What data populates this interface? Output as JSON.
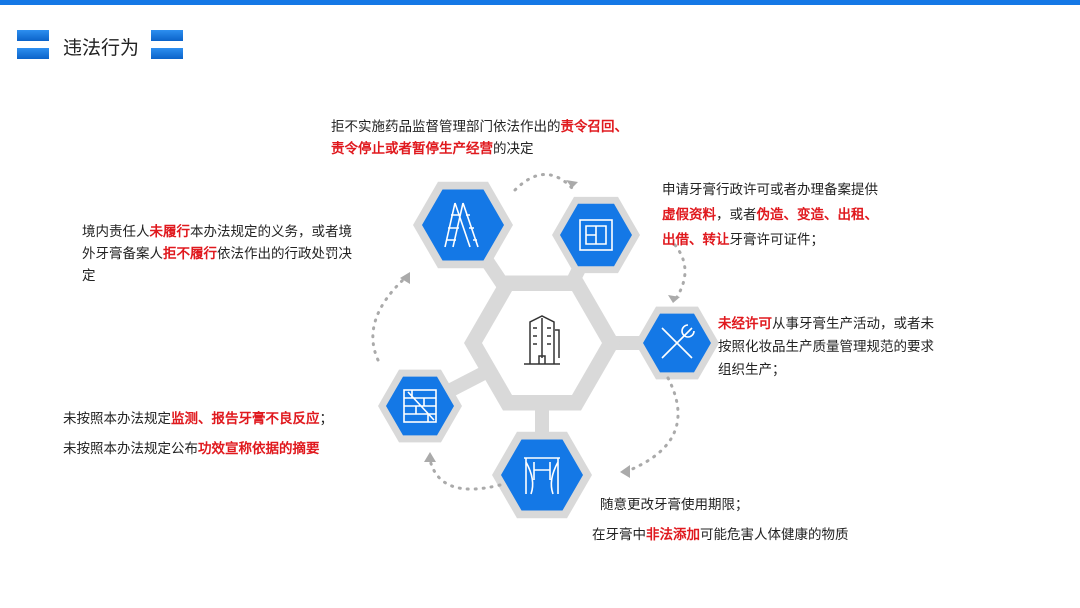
{
  "title": "违法行为",
  "colors": {
    "accent": "#1478e6",
    "highlight": "#e0191e",
    "hex_ring": "#d9d9d9"
  },
  "icons": [
    "ladder-icon",
    "blueprint-icon",
    "tools-icon",
    "brick-wall-icon",
    "curtain-icon",
    "building-icon"
  ],
  "items": {
    "top": {
      "a": "拒不实施药品监督管理部门依法作出的",
      "b": "责令召回、",
      "c": "责令停止或者暂停生产经营",
      "d": "的决定"
    },
    "left": {
      "a": "境内责任人",
      "b": "未履行",
      "c": "本办法规定的义务，或者境",
      "d": "外牙膏备案人",
      "e": "拒不履行",
      "f": "依法作出的行政处罚决",
      "g": "定"
    },
    "right_top": {
      "a": "申请牙膏行政许可或者办理备案提供",
      "b": "虚假资料",
      "c": "，或者",
      "d": "伪造、变造、出租、",
      "e": "出借、转让",
      "f": "牙膏许可证件；"
    },
    "right": {
      "a": "未经许可",
      "b": "从事牙膏生产活动，或者未",
      "c": "按照化妆品生产质量管理规范的要求",
      "d": "组织生产；"
    },
    "bottom_left": {
      "a": "未按照本办法规定",
      "b": "监测、报告牙膏不良反应",
      "c": "；",
      "d": "未按照本办法规定公布",
      "e": "功效宣称依据的摘要"
    },
    "bottom_right": {
      "a": "随意更改牙膏使用期限；",
      "b": "在牙膏中",
      "c": "非法添加",
      "d": "可能危害人体健康的物质"
    }
  }
}
